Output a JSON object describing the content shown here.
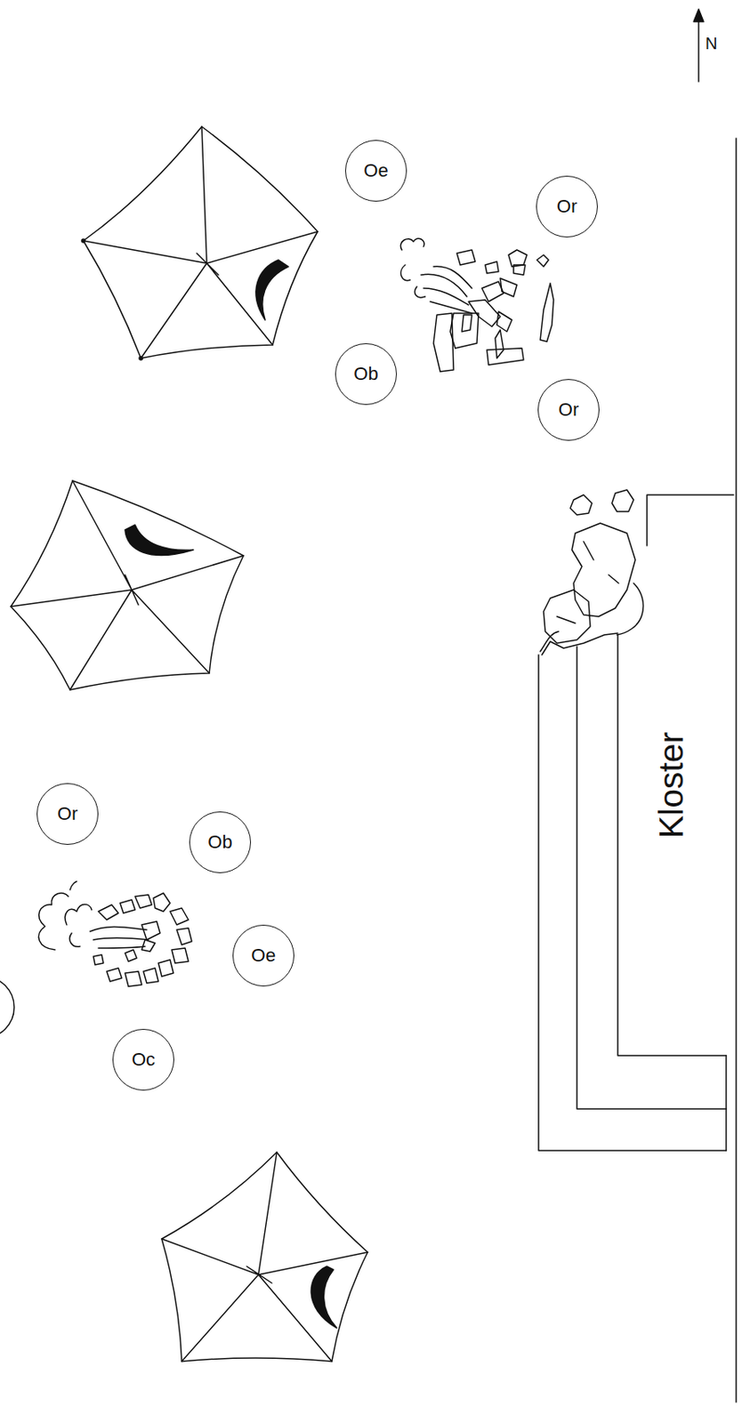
{
  "diagram": {
    "nodes": [
      {
        "text": [
          "Oe"
        ]
      },
      {
        "text": [
          "Or"
        ]
      },
      {
        "text": [
          "Ob"
        ]
      },
      {
        "text": [
          "Or"
        ]
      },
      {
        "text": [
          "Kloster"
        ]
      },
      {
        "text": [
          "Or"
        ]
      },
      {
        "text": [
          "Ob"
        ]
      },
      {
        "text": [
          "Oe"
        ]
      },
      {
        "text": [
          "Oc"
        ]
      }
    ],
    "labels": [
      "N"
    ]
  }
}
